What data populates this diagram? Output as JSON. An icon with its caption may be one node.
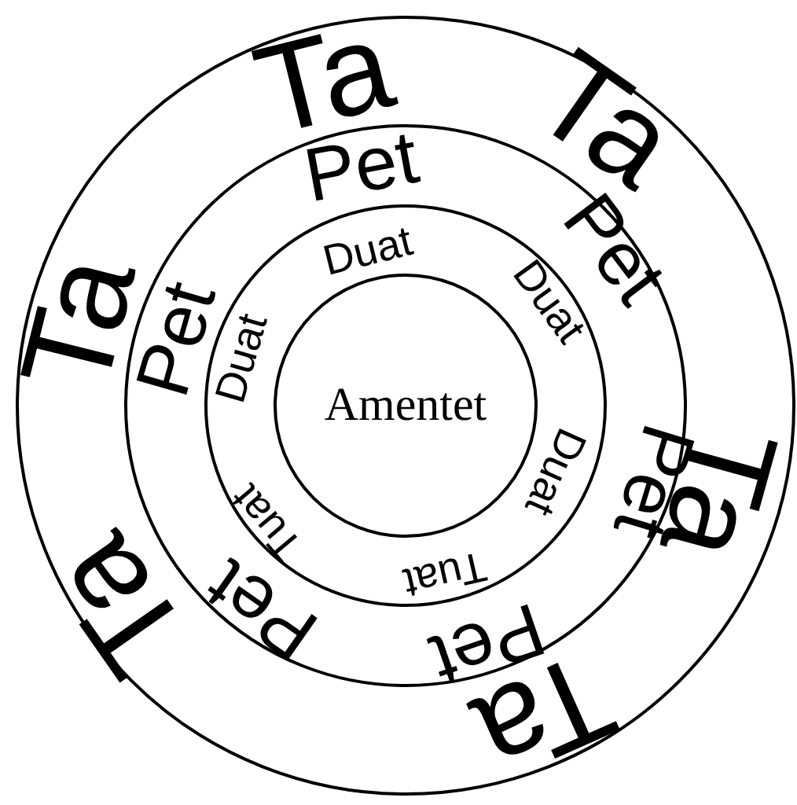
{
  "diagram": {
    "nodes": [
      {
        "text": [
          "Ta",
          "Ta",
          "Ta",
          "Ta",
          "Ta",
          "Ta"
        ]
      },
      {
        "text": [
          "Pet",
          "Pet",
          "Pet",
          "Pet",
          "Pet",
          "Pet"
        ],
        "in": 0
      },
      {
        "text": [
          "Duat",
          "Duat",
          "Duat",
          "Tuat",
          "Tuat",
          "Duat"
        ],
        "in": 1
      },
      {
        "text": [
          "Amentet"
        ],
        "in": 2
      }
    ]
  }
}
